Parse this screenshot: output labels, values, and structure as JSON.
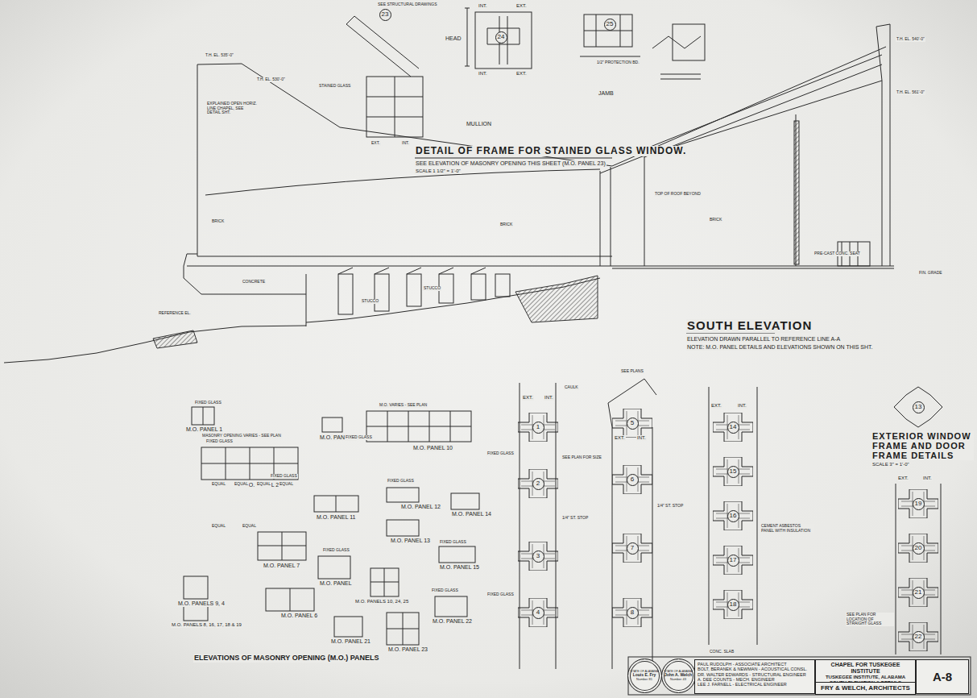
{
  "diagram": {
    "nodes": [
      {
        "text": [
          "23"
        ]
      },
      {
        "text": [
          "24"
        ]
      },
      {
        "text": [
          "25"
        ]
      },
      {
        "text": [
          "13"
        ]
      },
      {
        "text": [
          "1"
        ]
      },
      {
        "text": [
          "2"
        ]
      },
      {
        "text": [
          "3"
        ]
      },
      {
        "text": [
          "4"
        ]
      },
      {
        "text": [
          "5"
        ]
      },
      {
        "text": [
          "6"
        ]
      },
      {
        "text": [
          "7"
        ]
      },
      {
        "text": [
          "8"
        ]
      },
      {
        "text": [
          "14"
        ]
      },
      {
        "text": [
          "15"
        ]
      },
      {
        "text": [
          "16"
        ]
      },
      {
        "text": [
          "17"
        ]
      },
      {
        "text": [
          "18"
        ]
      },
      {
        "text": [
          "19"
        ]
      },
      {
        "text": [
          "20"
        ]
      },
      {
        "text": [
          "21"
        ]
      },
      {
        "text": [
          "22"
        ]
      },
      {
        "text": [
          "STATE OF ALABAMA",
          "Louis E. Fry",
          "Number 81"
        ]
      },
      {
        "text": [
          "STATE OF ALABAMA",
          "John A. Welch",
          "Number 43"
        ]
      },
      {
        "text": [
          "PAUL RUDOLPH - ASSOCIATE ARCHITECT",
          "BOLT, BERANEK & NEWMAN - ACOUSTICAL CONSL.",
          "DR. WALTER EDWARDS - STRUCTURAL ENGINEER",
          "A. DEE COUNTS - MECH. ENGINEER",
          "LEE J. FARNELL - ELECTRICAL ENGINEER"
        ]
      },
      {
        "text": [
          "CHAPEL FOR TUSKEGEE INSTITUTE",
          "TUSKEGEE INSTITUTE, ALABAMA",
          "SOUTH ELEVATION & DETAILS"
        ]
      },
      {
        "text": [
          "FRY & WELCH, ARCHITECTS"
        ]
      },
      {
        "text": [
          "A-8"
        ]
      }
    ],
    "labels": [
      "SOUTH ELEVATION",
      "ELEVATION DRAWN PARALLEL TO REFERENCE LINE A-A",
      "NOTE: M.O. PANEL DETAILS AND ELEVATIONS SHOWN ON THIS SHT.",
      "DETAIL OF FRAME FOR STAINED GLASS WINDOW.",
      "SEE ELEVATION OF MASONRY OPENING THIS SHEET (M.O. PANEL 23)",
      "SCALE 1 1/2\" = 1'-0\"",
      "HEAD",
      "MULLION",
      "JAMB",
      "ELEVATIONS OF MASONRY OPENING (M.O.) PANELS",
      "EXTERIOR WINDOW FRAME AND DOOR FRAME DETAILS",
      "SCALE 3\" = 1'-0\"",
      "M.O. PANEL 1",
      "M.O. PANEL 2",
      "M.O. PANEL 3",
      "M.O. PANEL 10",
      "M.O. PANEL 11",
      "M.O. PANEL 12",
      "M.O. PANEL 14",
      "M.O. PANEL 7",
      "M.O. PANEL 6",
      "M.O. PANEL 13",
      "M.O. PANEL 15",
      "M.O. PANELS 9, 4",
      "M.O. PANELS 8, 16, 17, 18 & 19",
      "M.O. PANELS 10, 24, 25",
      "M.O. PANEL 21",
      "M.O. PANEL 22",
      "M.O. PANEL 23",
      "M.O. PANEL",
      "FIXED GLASS",
      "FIXED GLASS",
      "FIXED GLASS",
      "FIXED GLASS",
      "FIXED GLASS",
      "FIXED GLASS",
      "FIXED GLASS",
      "FIXED GLASS",
      "EQUAL",
      "EQUAL",
      "EQUAL",
      "EQUAL",
      "EQUAL",
      "EQUAL",
      "MASONRY OPENING VARIES - SEE PLAN",
      "M.O. VARIES - SEE PLAN",
      "EXT.",
      "INT.",
      "EXT.",
      "INT.",
      "EXT.",
      "INT.",
      "EXT.",
      "INT.",
      "FIXED GLASS",
      "FIXED GLASS",
      "CAULK",
      "SEE PLANS",
      "SEE PLAN FOR SIZE",
      "1/4\" ST. STOP",
      "CEMENT ASBESTOS PANEL WITH INSULATION",
      "1/4\" ST. STOP",
      "SEE PLAN FOR LOCATION OF STRAIGHT GLASS",
      "CONC. SLAB",
      "SEE STRUCTURAL DRAWINGS",
      "INT.",
      "EXT.",
      "INT.",
      "EXT.",
      "1/2\" PROTECTION BD.",
      "STAINED GLASS",
      "EXT.",
      "INT.",
      "T.H. EL. 535'-0\"",
      "T.H. EL. 530'-0\"",
      "EXPLAINED OPEN HORIZ. LINE CHAPEL, SEE DETAIL SHT.",
      "BRICK",
      "BRICK",
      "BRICK",
      "STUCCO",
      "STUCCO",
      "CONCRETE",
      "REFERENCE EL.",
      "TOP OF ROOF BEYOND",
      "T.H. EL. 561'-0\"",
      "T.H. EL. 540'-0\"",
      "PRE-CAST CONC. SEAT",
      "FIN. GRADE"
    ]
  }
}
